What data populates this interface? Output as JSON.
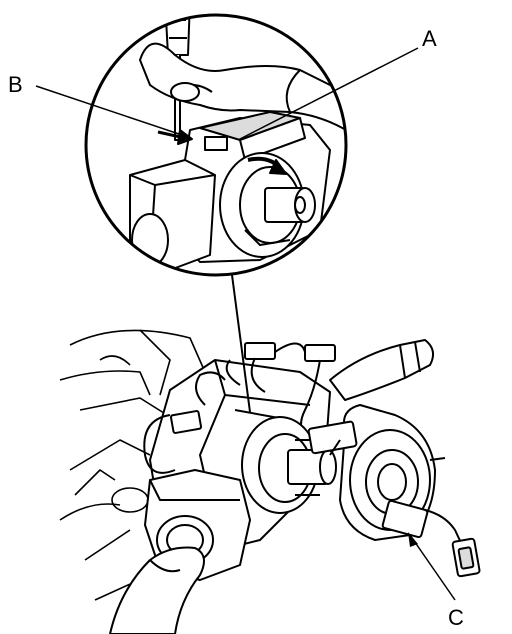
{
  "callouts": {
    "a": "A",
    "b": "B",
    "c": "C"
  },
  "colors": {
    "ink": "#000000",
    "paper": "#ffffff",
    "shade": "#dcdcdc"
  }
}
